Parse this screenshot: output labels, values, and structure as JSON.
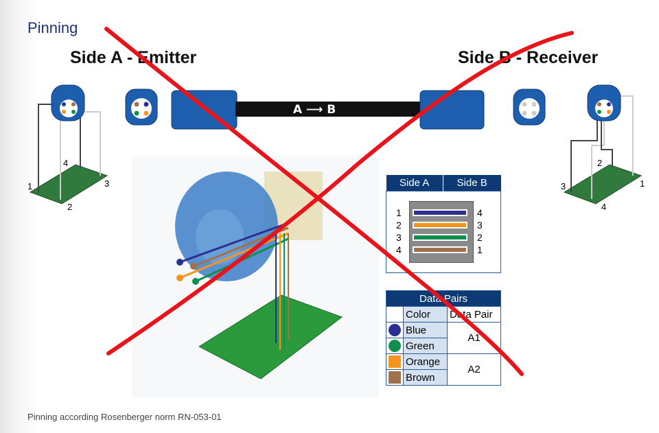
{
  "title": "Pinning",
  "side_a": "Side A - Emitter",
  "side_b": "Side B - Receiver",
  "cable_label": "A ⟶ B",
  "cable_text_a": "A",
  "cable_text_b": "B",
  "left_pcb_pins": [
    "1",
    "2",
    "3",
    "4"
  ],
  "right_pcb_pins": [
    "1",
    "2",
    "3",
    "4"
  ],
  "pin_table": {
    "headers": [
      "Side A",
      "Side B"
    ],
    "rows": [
      {
        "a": "1",
        "b": "4",
        "color": "#2b2f8f"
      },
      {
        "a": "2",
        "b": "3",
        "color": "#f7941d"
      },
      {
        "a": "3",
        "b": "2",
        "color": "#0f8f4f"
      },
      {
        "a": "4",
        "b": "1",
        "color": "#a0714a"
      }
    ]
  },
  "data_pairs": {
    "title": "Data Pairs",
    "headers": [
      "Color",
      "Data Pair"
    ],
    "rows": [
      {
        "color_name": "Blue",
        "swatch": "#2b2f8f",
        "shape": "circle"
      },
      {
        "color_name": "Green",
        "swatch": "#0f8f4f",
        "shape": "circle"
      },
      {
        "color_name": "Orange",
        "swatch": "#f7941d",
        "shape": "square"
      },
      {
        "color_name": "Brown",
        "swatch": "#a0714a",
        "shape": "square"
      }
    ],
    "pairs": [
      "A1",
      "A2"
    ]
  },
  "footer": "Pinning according Rosenberger norm RN-053-01",
  "colors": {
    "title": "#1f2f7a",
    "connector": "#1d5fae",
    "header": "#0d3a75",
    "cross": "#e8141b",
    "pcb": "#2f7a3c"
  }
}
